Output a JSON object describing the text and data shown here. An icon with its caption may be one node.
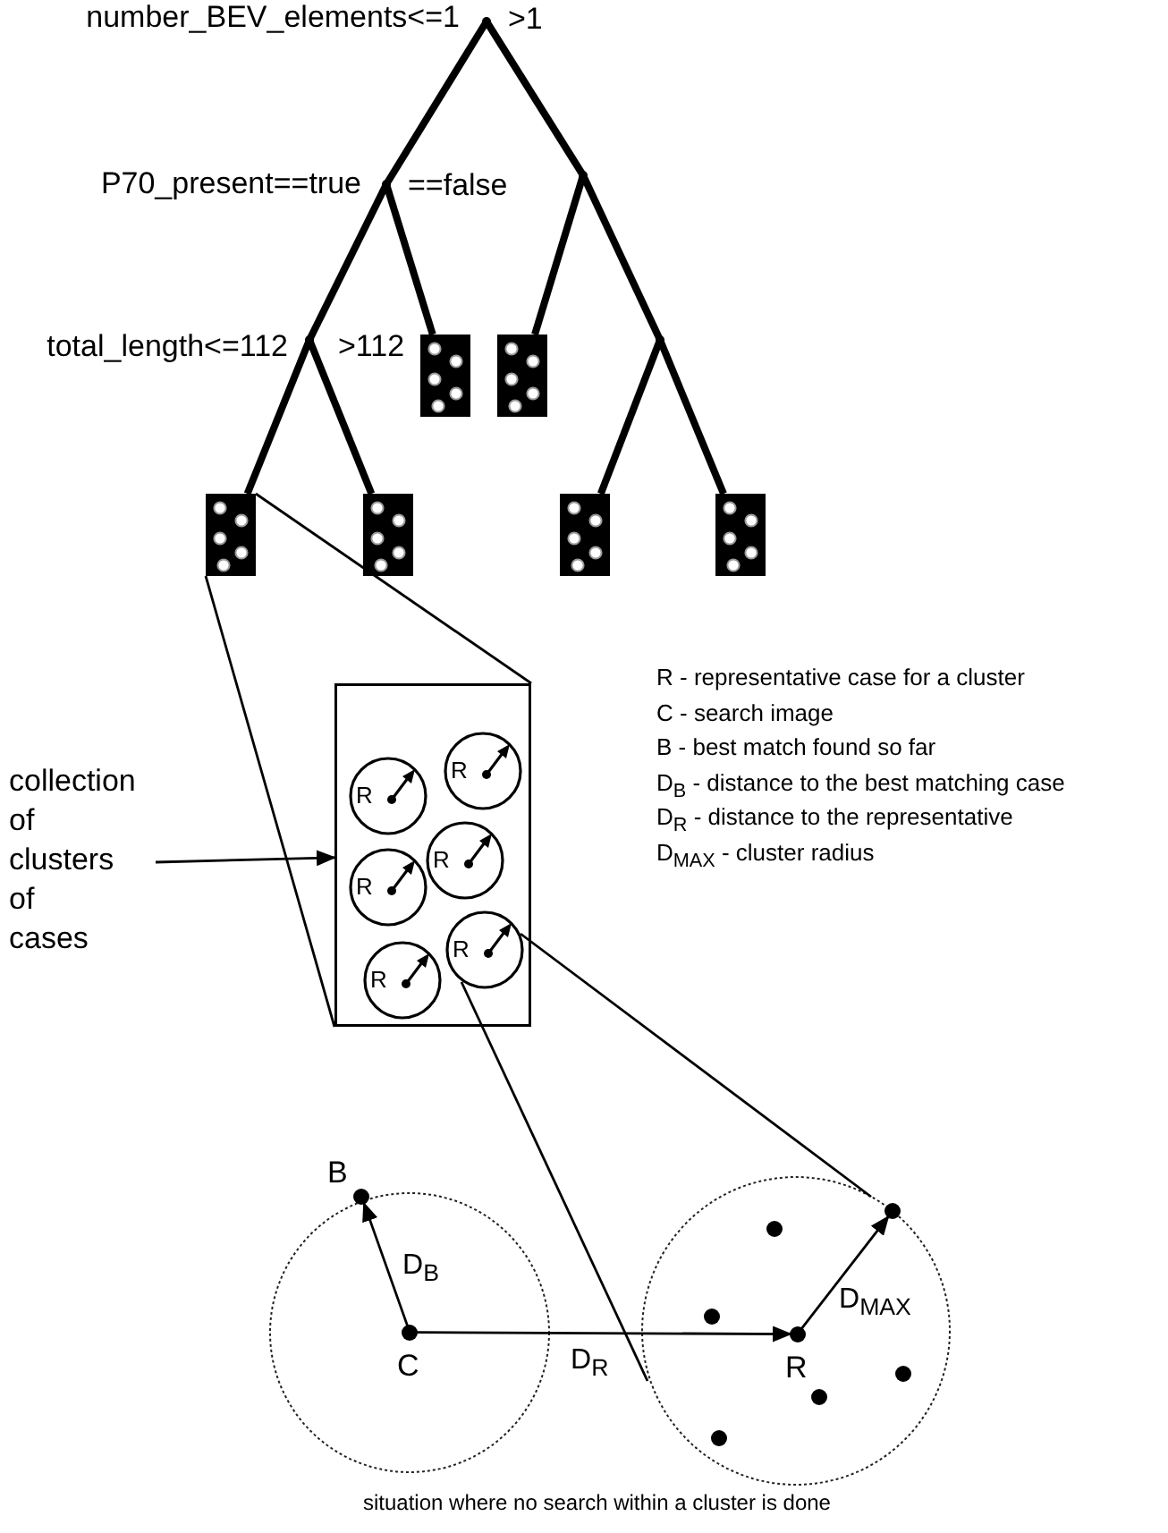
{
  "diagram": {
    "caption": "situation where no search within a cluster is done",
    "nodes": [
      {
        "text": [],
        "shape": "point"
      },
      {
        "text": [],
        "shape": "point"
      },
      {
        "text": [],
        "shape": "point"
      },
      {
        "text": [],
        "shape": "point"
      },
      {
        "text": [],
        "shape": "box"
      },
      {
        "text": [],
        "shape": "box"
      },
      {
        "text": [],
        "shape": "point"
      },
      {
        "text": [],
        "shape": "box"
      },
      {
        "text": [],
        "shape": "box"
      },
      {
        "text": [],
        "shape": "box"
      },
      {
        "text": [],
        "shape": "box"
      },
      {
        "text": [],
        "shape": "box"
      },
      {
        "text": [
          "R"
        ],
        "in": 11
      },
      {
        "text": [
          "R"
        ],
        "in": 11
      },
      {
        "text": [
          "R"
        ],
        "in": 11
      },
      {
        "text": [
          "R"
        ],
        "in": 11
      },
      {
        "text": [
          "R"
        ],
        "in": 11
      },
      {
        "text": [
          "R"
        ],
        "in": 11
      },
      {
        "text": [
          "collection of clusters of cases"
        ]
      },
      {
        "text": [],
        "shape": "circle"
      },
      {
        "text": [],
        "shape": "circle"
      },
      {
        "text": [
          "B"
        ]
      },
      {
        "text": [
          "C"
        ],
        "in": 19
      },
      {
        "text": [
          "R"
        ],
        "in": 20
      },
      {
        "text": [],
        "shape": "circle",
        "in": 20
      }
    ],
    "edges": [
      {
        "from": 0,
        "to": 1,
        "arrow": "none",
        "label": "number_BEV_elements<=1"
      },
      {
        "from": 0,
        "to": 2,
        "arrow": "none",
        "label": ">1"
      },
      {
        "from": 1,
        "to": 3,
        "arrow": "none",
        "label": "P70_present==true"
      },
      {
        "from": 1,
        "to": 4,
        "arrow": "none",
        "label": "==false"
      },
      {
        "from": 2,
        "to": 5,
        "arrow": "none"
      },
      {
        "from": 2,
        "to": 6,
        "arrow": "none"
      },
      {
        "from": 3,
        "to": 7,
        "arrow": "none",
        "label": "total_length<=112"
      },
      {
        "from": 3,
        "to": 8,
        "arrow": "none",
        "label": ">112"
      },
      {
        "from": 6,
        "to": 9,
        "arrow": "none"
      },
      {
        "from": 6,
        "to": 10,
        "arrow": "none"
      },
      {
        "from": 7,
        "to": 11,
        "arrow": "none"
      },
      {
        "from": 7,
        "to": 11,
        "arrow": "none"
      },
      {
        "from": 18,
        "to": 11,
        "arrow": "to"
      },
      {
        "from": 17,
        "to": 20,
        "arrow": "none"
      },
      {
        "from": 17,
        "to": 20,
        "arrow": "none"
      },
      {
        "from": 22,
        "to": 21,
        "arrow": "to",
        "label": "D$_{B}$"
      },
      {
        "from": 22,
        "to": 23,
        "arrow": "to",
        "label": "D$_{R}$"
      },
      {
        "from": 23,
        "to": 24,
        "arrow": "to",
        "label": "D$_{MAX}$"
      }
    ],
    "labels": [
      "R - representative case for a cluster",
      "C - search image",
      "B - best match found so far",
      "D$_{B}$ - distance to the best matching case",
      "D$_{R}$ - distance to the representative",
      "D$_{MAX}$ - cluster radius"
    ]
  }
}
